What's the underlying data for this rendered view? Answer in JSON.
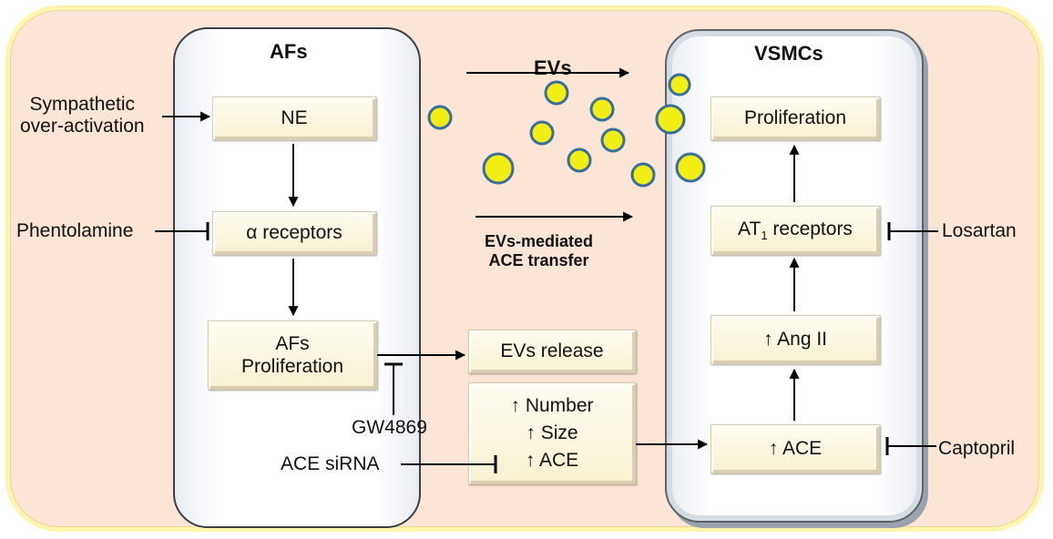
{
  "cells": {
    "afs": {
      "title": "AFs"
    },
    "vsmcs": {
      "title": "VSMCs"
    }
  },
  "afs_boxes": {
    "ne": "NE",
    "alpha_receptors": "α receptors",
    "proliferation_line1": "AFs",
    "proliferation_line2": "Proliferation"
  },
  "middle": {
    "evs_label": "EVs",
    "transfer_line1": "EVs-mediated",
    "transfer_line2": "ACE transfer",
    "evs_release": "EVs release",
    "number": "↑ Number",
    "size": "↑ Size",
    "ace": "↑ ACE"
  },
  "vsmc_boxes": {
    "proliferation": "Proliferation",
    "at1_main": "AT",
    "at1_sub": "1",
    "at1_rest": " receptors",
    "ang_ii": "↑  Ang II",
    "ace": "↑  ACE"
  },
  "inputs": {
    "sympathetic_line1": "Sympathetic",
    "sympathetic_line2": "over-activation",
    "phentolamine": "Phentolamine",
    "gw4869": "GW4869",
    "ace_sirna": "ACE siRNA",
    "losartan": "Losartan",
    "captopril": "Captopril"
  },
  "colors": {
    "background": "#fbe5d6",
    "vesicle_fill": "#f2ee14",
    "vesicle_stroke": "#3b6e9a"
  }
}
